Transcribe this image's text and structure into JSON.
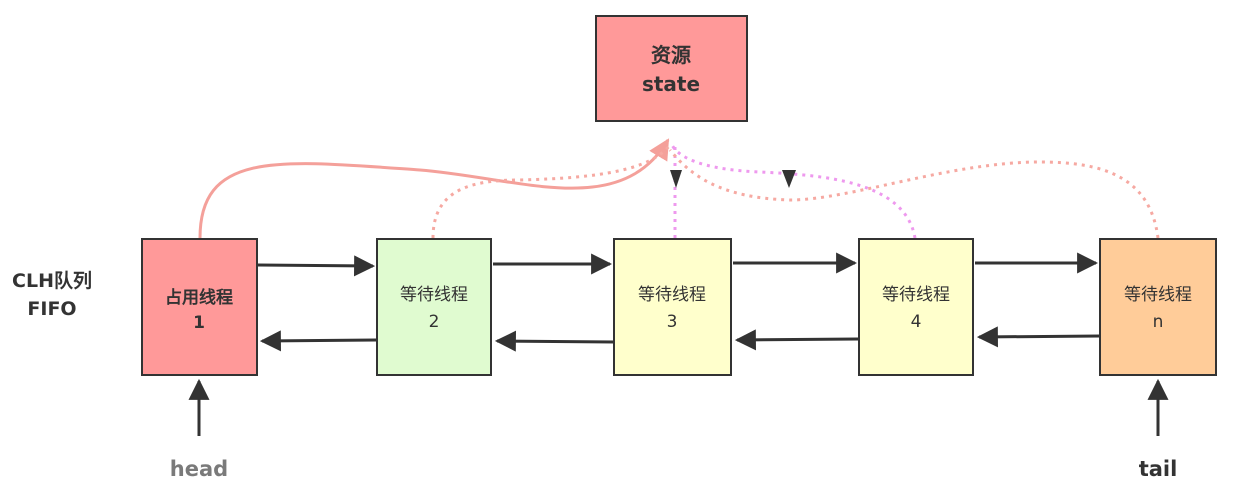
{
  "resource": {
    "line1": "资源",
    "line2": "state",
    "fill": "#ff9999"
  },
  "queue": {
    "label_line1": "CLH队列",
    "label_line2": "FIFO"
  },
  "nodes": [
    {
      "line1": "占用线程",
      "line2": "1",
      "fill": "#ff9999",
      "bold": true
    },
    {
      "line1": "等待线程",
      "line2": "2",
      "fill": "#e0fbd0",
      "bold": false
    },
    {
      "line1": "等待线程",
      "line2": "3",
      "fill": "#ffffcc",
      "bold": false
    },
    {
      "line1": "等待线程",
      "line2": "4",
      "fill": "#ffffcc",
      "bold": false
    },
    {
      "line1": "等待线程",
      "line2": "n",
      "fill": "#ffcc99",
      "bold": false
    }
  ],
  "pointers": {
    "head": "head",
    "tail": "tail"
  },
  "colors": {
    "stroke": "#333333",
    "acquire": "#f4a09a",
    "wait_salmon": "#f6a9a2",
    "wait_pink": "#ee99ee"
  }
}
